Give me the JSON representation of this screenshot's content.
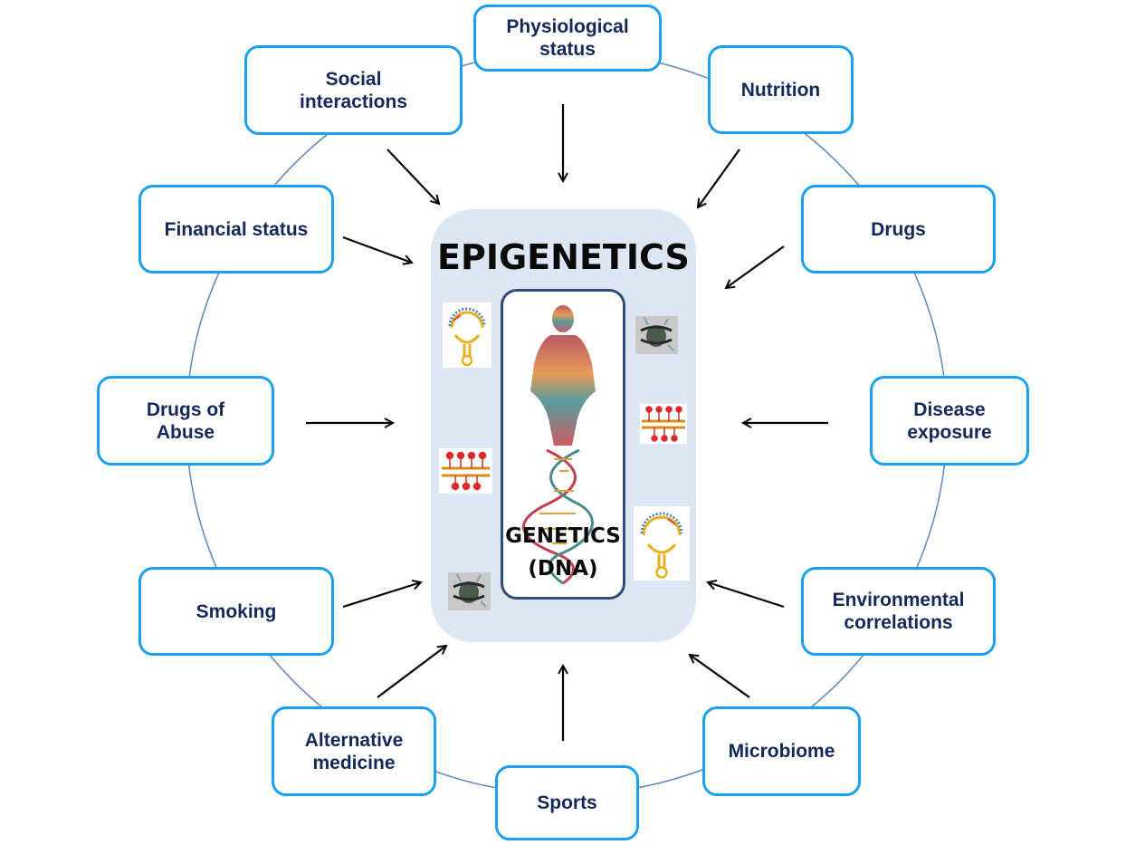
{
  "center": {
    "title": "EPIGENETICS",
    "inner_label": "GENETICS\n(DNA)"
  },
  "factors": [
    {
      "id": "physiological-status",
      "label": "Physiological\nstatus"
    },
    {
      "id": "nutrition",
      "label": "Nutrition"
    },
    {
      "id": "drugs",
      "label": "Drugs"
    },
    {
      "id": "disease-exposure",
      "label": "Disease\nexposure"
    },
    {
      "id": "environmental-correlations",
      "label": "Environmental\ncorrelations"
    },
    {
      "id": "microbiome",
      "label": "Microbiome"
    },
    {
      "id": "sports",
      "label": "Sports"
    },
    {
      "id": "alternative-medicine",
      "label": "Alternative\nmedicine"
    },
    {
      "id": "smoking",
      "label": "Smoking"
    },
    {
      "id": "drugs-of-abuse",
      "label": "Drugs of\nAbuse"
    },
    {
      "id": "financial-status",
      "label": "Financial status"
    },
    {
      "id": "social-interactions",
      "label": "Social\ninteractions"
    }
  ],
  "icons": [
    "microrna-hairpin-icon",
    "histone-nucleosome-icon",
    "dna-methylation-icon",
    "dna-double-helix-figure-icon"
  ],
  "colors": {
    "box_border": "#1aa0ee",
    "box_text": "#14285a",
    "core_fill": "#dde7f3",
    "ring": "#5b86be",
    "arrow": "#000000"
  }
}
